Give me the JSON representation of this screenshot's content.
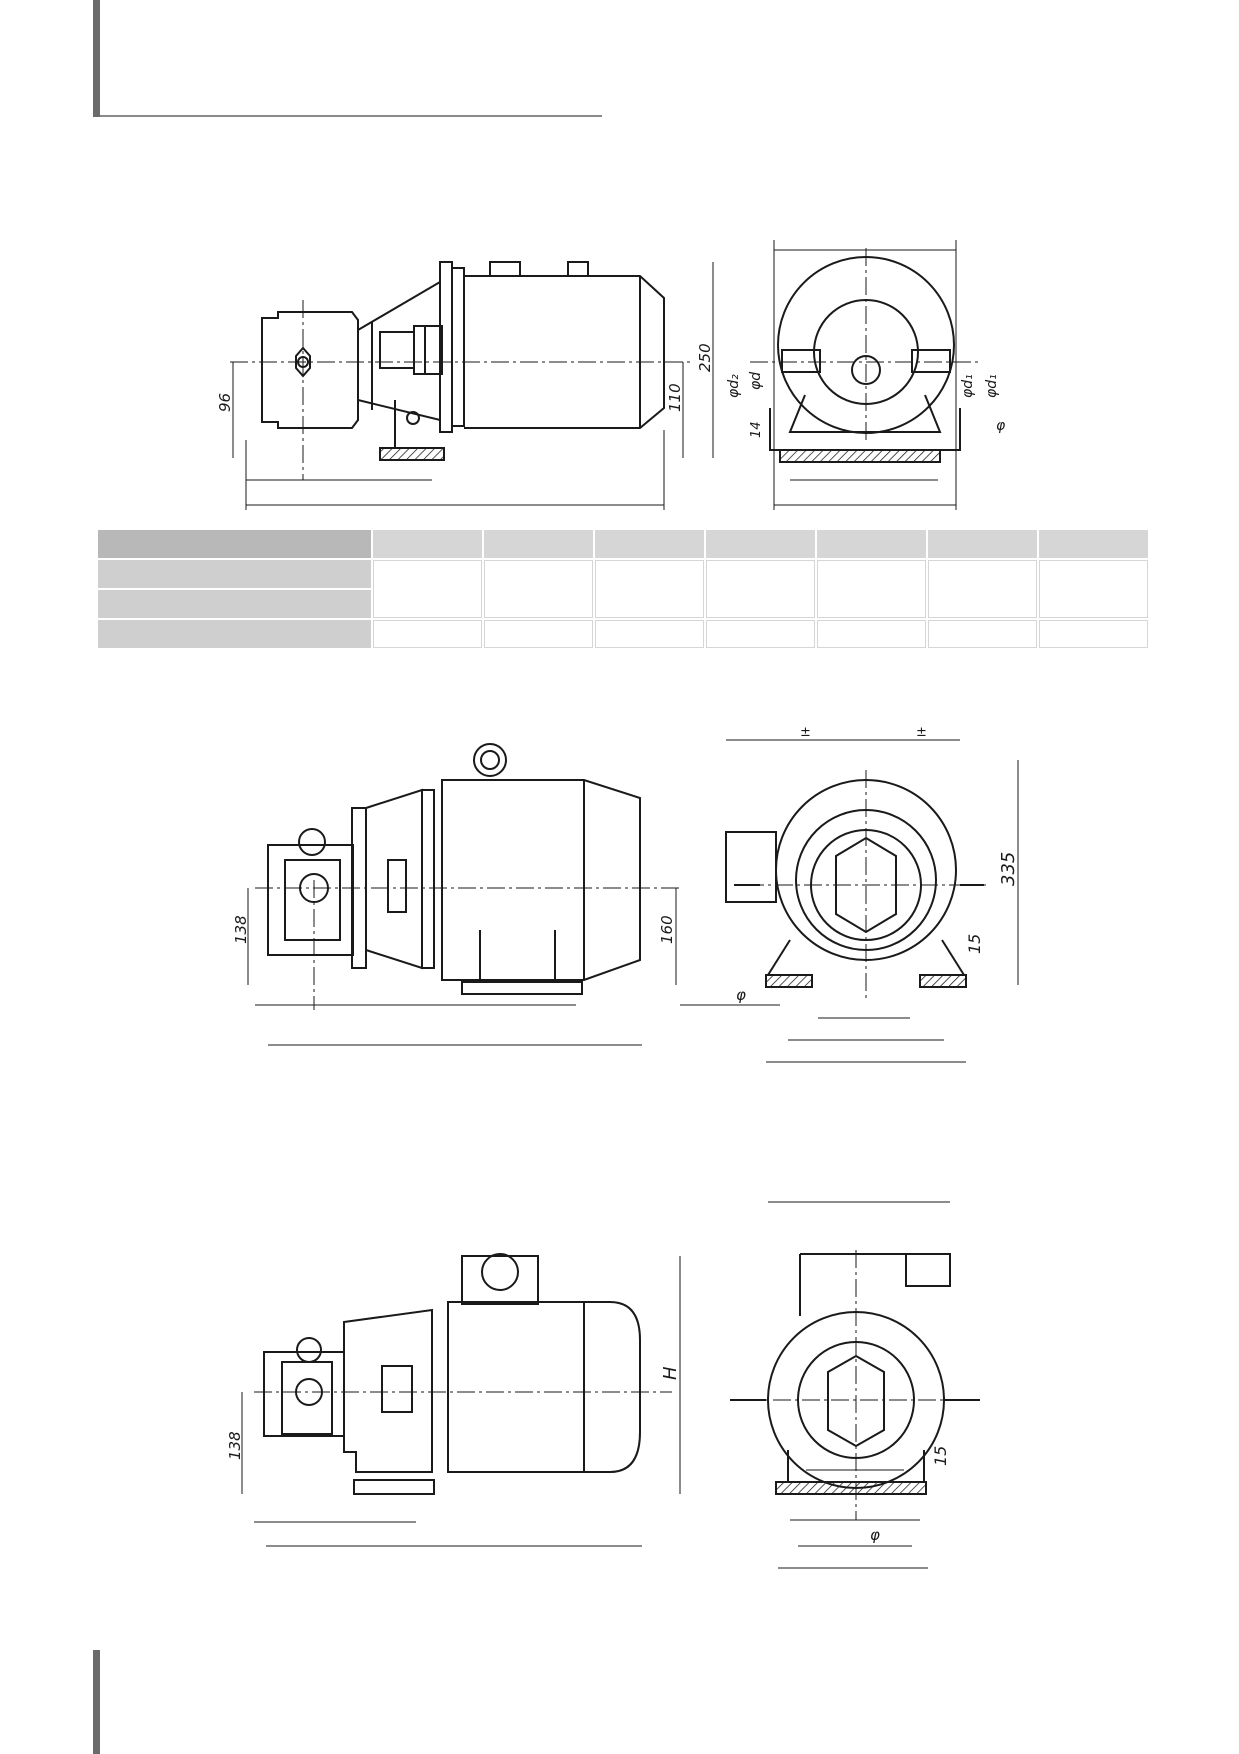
{
  "colors": {
    "accent_bar": "#6b6b6b",
    "rule": "#8a8a8a",
    "table_head": "#d6d6d6",
    "table_label": "#b8b8b8"
  },
  "drawing1": {
    "dims": {
      "h96": "96",
      "h110": "110",
      "h250": "250",
      "d2": "φd₂",
      "d": "φd",
      "d1a": "φd₁",
      "d1b": "φd₁",
      "h14": "14",
      "phi": "φ"
    }
  },
  "drawing2": {
    "dims": {
      "h138": "138",
      "h160": "160",
      "h335": "335",
      "h15": "15",
      "phi": "φ",
      "pm_left": "±",
      "pm_right": "±"
    }
  },
  "drawing3": {
    "dims": {
      "h138": "138",
      "H": "H",
      "h15": "15",
      "phi": "φ"
    }
  },
  "spec_table": {
    "columns": [
      "",
      "",
      "",
      "",
      "",
      "",
      ""
    ],
    "rows": [
      {
        "label": "",
        "values": [
          "",
          "",
          "",
          "",
          "",
          "",
          ""
        ]
      },
      {
        "label": "",
        "values": [
          "",
          "",
          "",
          "",
          "",
          "",
          ""
        ]
      },
      {
        "label": "",
        "values": [
          "",
          "",
          "",
          "",
          "",
          "",
          ""
        ]
      }
    ]
  }
}
